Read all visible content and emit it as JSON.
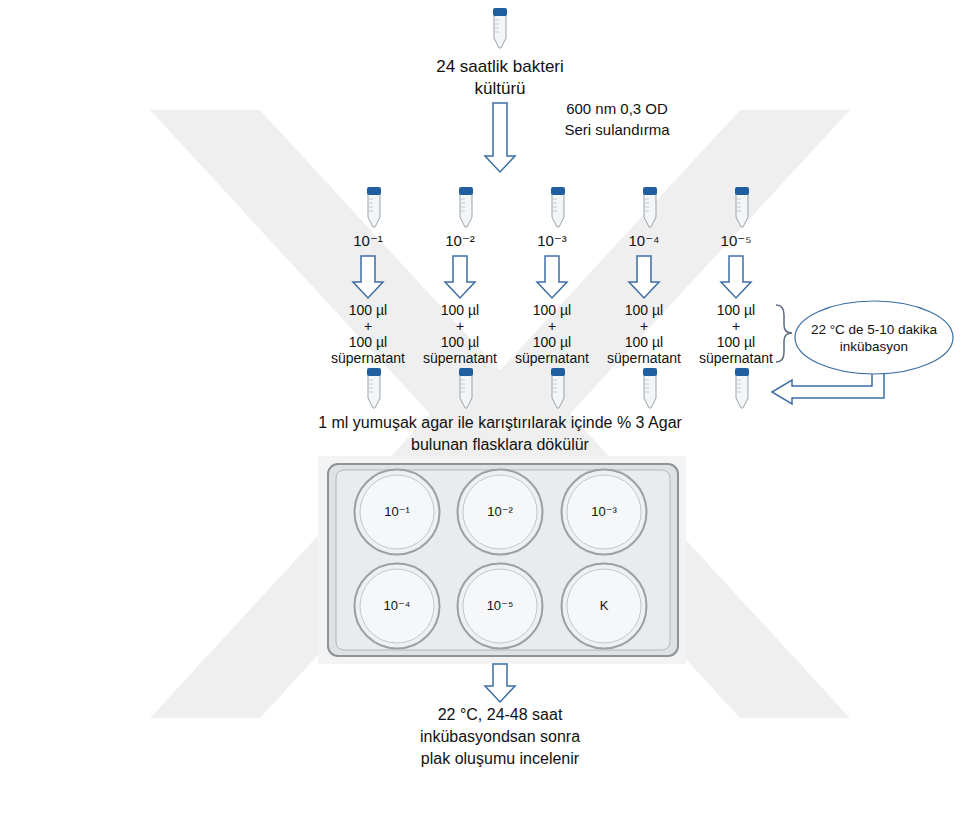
{
  "diagram": {
    "nodes": [
      {
        "text": [
          "22 °C de 5-10 dakika inkübasyon"
        ]
      },
      {
        "text": [
          "10⁻¹"
        ]
      },
      {
        "text": [
          "10⁻²"
        ]
      },
      {
        "text": [
          "10⁻³"
        ]
      },
      {
        "text": [
          "10⁻⁴"
        ]
      },
      {
        "text": [
          "10⁻⁵"
        ]
      },
      {
        "text": [
          "K"
        ]
      }
    ],
    "labels": [
      "24 saatlik bakteri kültürü",
      "600 nm 0,3 OD Seri sulandırma",
      "10⁻¹",
      "10⁻²",
      "10⁻³",
      "10⁻⁴",
      "10⁻⁵",
      "100 µl + 100 µl süpernatant",
      "100 µl + 100 µl süpernatant",
      "100 µl + 100 µl süpernatant",
      "100 µl + 100 µl süpernatant",
      "100 µl + 100 µl süpernatant",
      "1 ml yumuşak agar ile karıştırılarak içinde % 3 Agar bulunan flasklara dökülür",
      "22 °C, 24-48 saat inkübasyondsan sonra plak oluşumu incelenir"
    ]
  }
}
